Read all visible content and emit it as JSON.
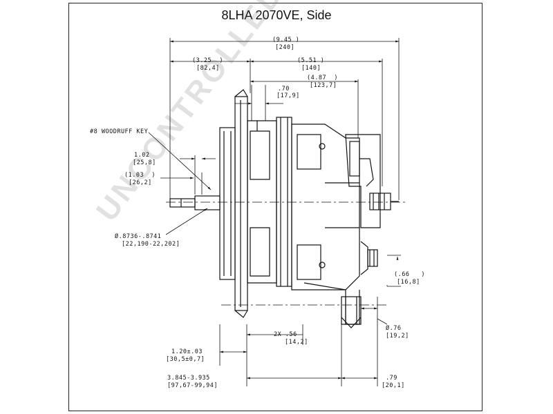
{
  "title": "8LHA 2070VE, Side",
  "watermark": "UNCONTROLLED COPY",
  "dimensions": {
    "overall_in": "(9.45 )",
    "overall_mm": "[240]",
    "d325_in": "(3.25  )",
    "d325_mm": "[82,4]",
    "d551_in": "(5.51 )",
    "d551_mm": "[140]",
    "d487_in": "(4.87  )",
    "d487_mm": "[123,7]",
    "d070_in": ".70",
    "d070_mm": "[17,9]",
    "woodruff": "#8 WOODRUFF KEY",
    "d102_in": "1.02",
    "d102_mm": "[25,8]",
    "d103_in": "(1.03  )",
    "d103_mm": "[26,2]",
    "shaft_in": "Ø.8736-.8741",
    "shaft_mm": "[22,190-22,202]",
    "d066_in": "(.66   )",
    "d066_mm": "[16,8]",
    "d076_in": "Ø.76",
    "d076_mm": "[19,2]",
    "d056_in": "2X .56",
    "d056_mm": "[14,2]",
    "d120_in": "1.20±.03",
    "d120_mm": "[30,5±0,7]",
    "d3845_in": "3.845-3.935",
    "d3845_mm": "[97,67-99,94]",
    "d079_in": ".79",
    "d079_mm": "[20,1]"
  }
}
